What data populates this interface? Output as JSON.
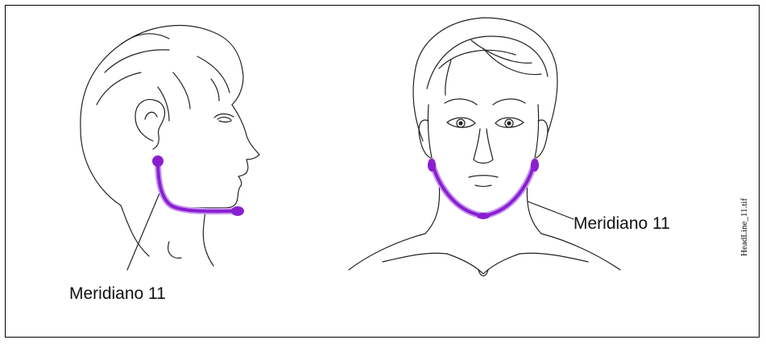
{
  "labels": {
    "left_meridian": "Meridiano 11",
    "right_meridian": "Meridiano 11"
  },
  "side_caption": "HeadLine_11.tif",
  "colors": {
    "line_art": "#222222",
    "meridian": "#8a1fd0",
    "meridian_glow": "#c89af0",
    "frame": "#000000"
  },
  "figures": [
    {
      "id": "profile-head",
      "view": "side"
    },
    {
      "id": "front-head",
      "view": "front"
    }
  ]
}
